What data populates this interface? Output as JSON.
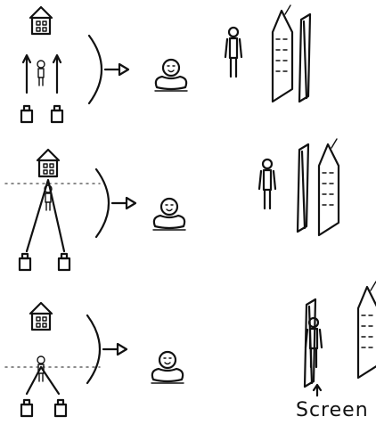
{
  "panels": [
    {
      "id": "row-1"
    },
    {
      "id": "row-2"
    },
    {
      "id": "row-3"
    }
  ],
  "screen_label": "Screen"
}
